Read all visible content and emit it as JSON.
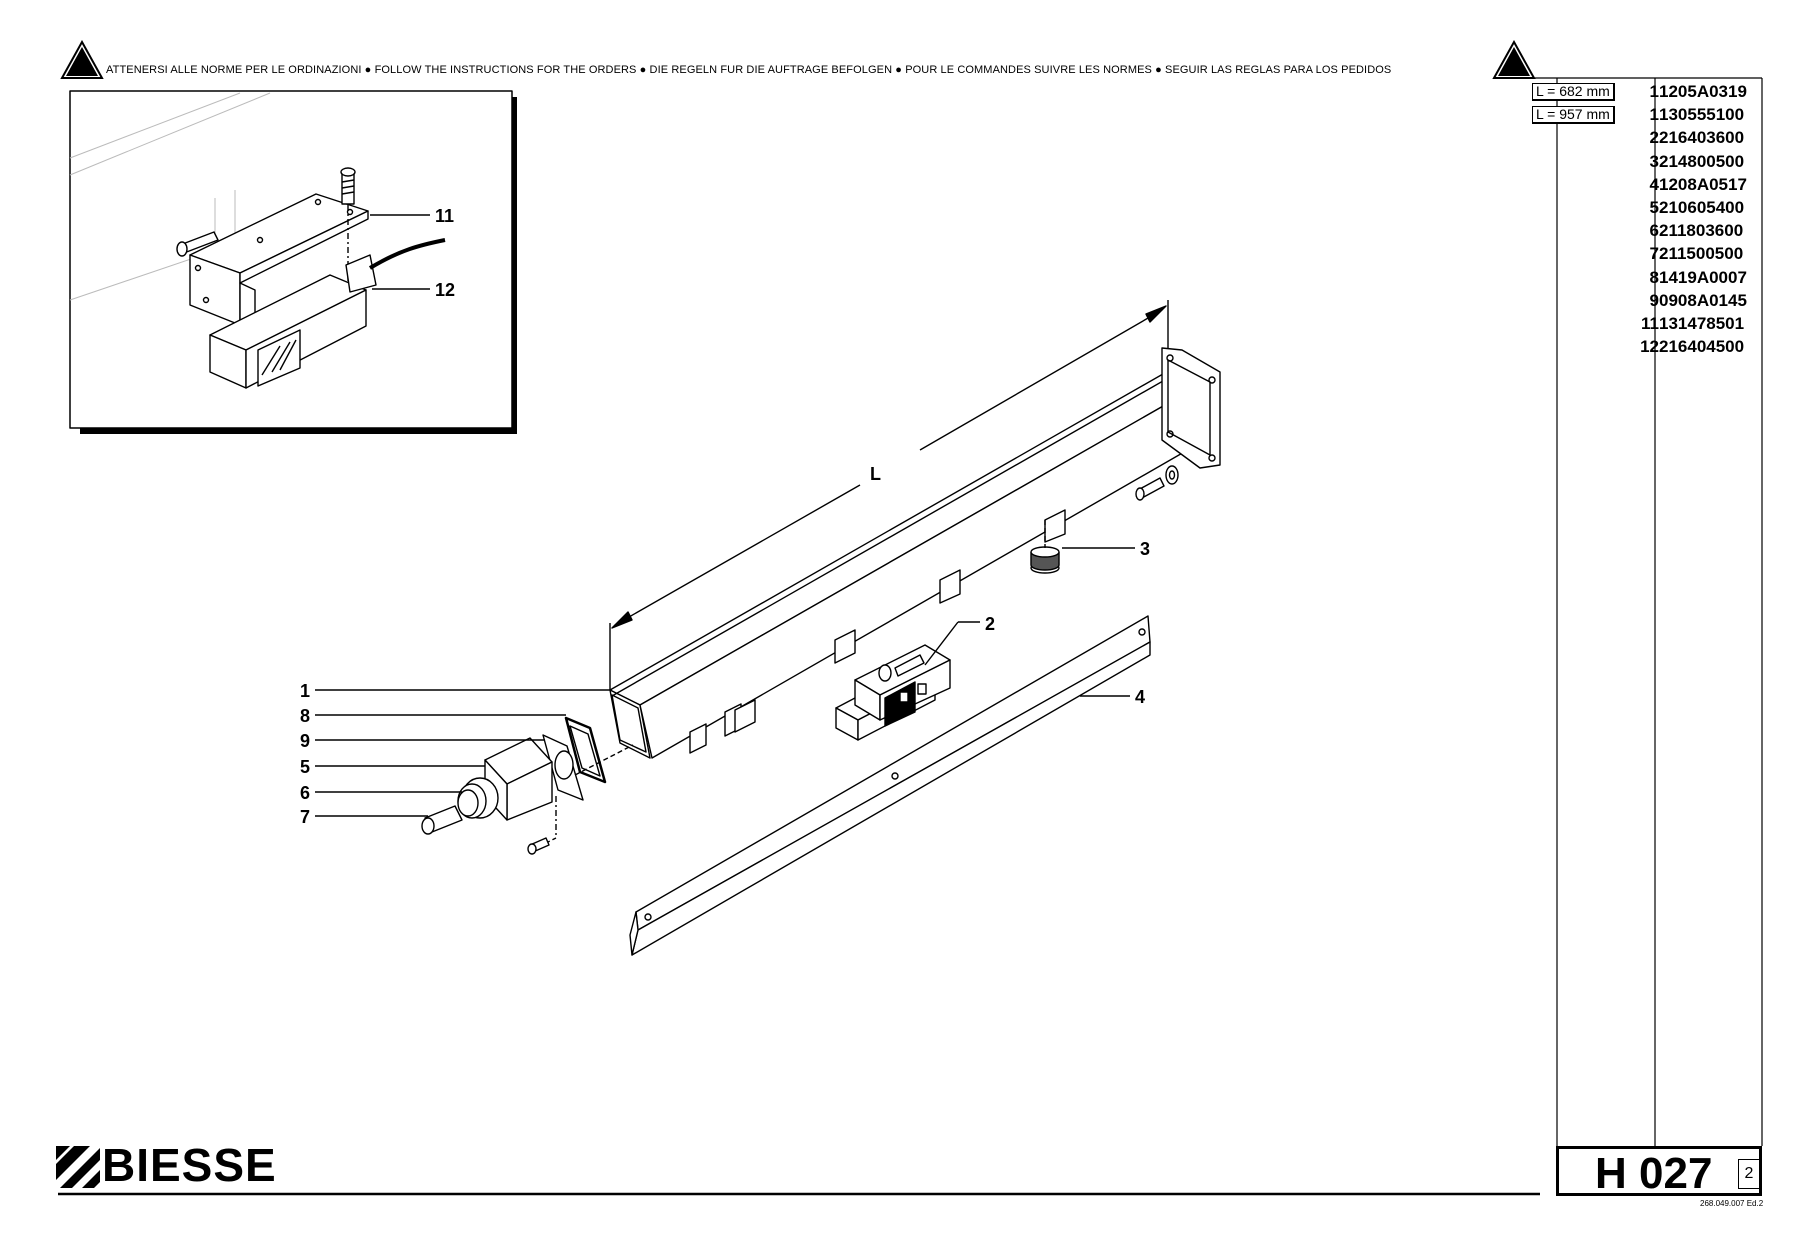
{
  "header": {
    "instructions": "ATTENERSI ALLE NORME PER LE ORDINAZIONI  ●  FOLLOW THE INSTRUCTIONS FOR THE ORDERS ●  DIE REGELN FUR DIE AUFTRAGE BEFOLGEN ●  POUR LE COMMANDES SUIVRE LES NORMES ●  SEGUIR LAS REGLAS PARA LOS PEDIDOS",
    "warning_icon": "warning-triangle-icon"
  },
  "parts": [
    {
      "length": "L = 682 mm",
      "item": "1",
      "code": "1205A0319"
    },
    {
      "length": "L = 957 mm",
      "item": "1",
      "code": "130555100"
    },
    {
      "length": "",
      "item": "2",
      "code": "216403600"
    },
    {
      "length": "",
      "item": "3",
      "code": "214800500"
    },
    {
      "length": "",
      "item": "4",
      "code": "1208A0517"
    },
    {
      "length": "",
      "item": "5",
      "code": "210605400"
    },
    {
      "length": "",
      "item": "6",
      "code": "211803600"
    },
    {
      "length": "",
      "item": "7",
      "code": "211500500"
    },
    {
      "length": "",
      "item": "8",
      "code": "1419A0007"
    },
    {
      "length": "",
      "item": "9",
      "code": "0908A0145"
    },
    {
      "length": "",
      "item": "11",
      "code": "131478501"
    },
    {
      "length": "",
      "item": "12",
      "code": "216404500"
    }
  ],
  "callouts": {
    "c1": "1",
    "c2": "2",
    "c3": "3",
    "c4": "4",
    "c5": "5",
    "c6": "6",
    "c7": "7",
    "c8": "8",
    "c9": "9",
    "c11": "11",
    "c12": "12",
    "dim_l": "L"
  },
  "footer": {
    "brand": "BIESSE",
    "drawing_code": "H 027",
    "sheet": "2",
    "doc_ref": "268.049.007 Ed.2"
  }
}
